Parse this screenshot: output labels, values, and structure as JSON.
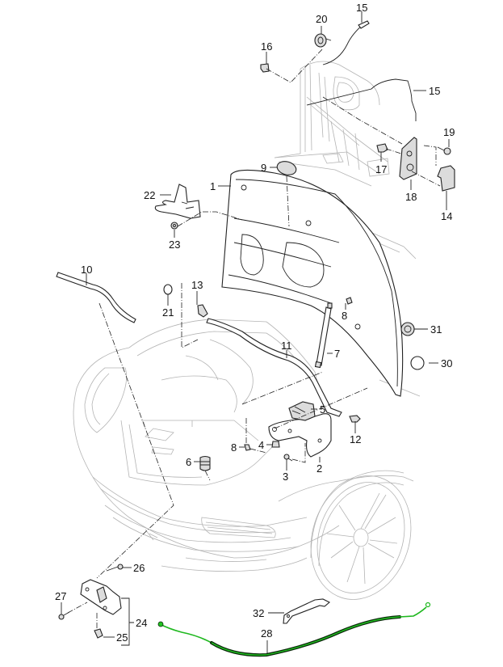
{
  "diagram": {
    "subject": "Front lid (hood) assembly with lock, hinges, release cable and seals",
    "colors": {
      "background": "#ffffff",
      "line_art": "#b4b4b4",
      "parts": "#222222",
      "highlight_cable": "#22c322"
    },
    "callouts": [
      {
        "id": "c1",
        "label": "1",
        "part": "front-lid"
      },
      {
        "id": "c2",
        "label": "2",
        "part": "hinge"
      },
      {
        "id": "c3",
        "label": "3",
        "part": "hinge-bolt"
      },
      {
        "id": "c4",
        "label": "4",
        "part": "hinge-nut"
      },
      {
        "id": "c5",
        "label": "5",
        "part": "hinge-bracket"
      },
      {
        "id": "c6",
        "label": "6",
        "part": "rubber-buffer"
      },
      {
        "id": "c7",
        "label": "7",
        "part": "gas-strut"
      },
      {
        "id": "c8a",
        "label": "8",
        "part": "ball-stud-upper"
      },
      {
        "id": "c8b",
        "label": "8",
        "part": "ball-stud-lower"
      },
      {
        "id": "c9",
        "label": "9",
        "part": "plug-oval"
      },
      {
        "id": "c10",
        "label": "10",
        "part": "seal-front"
      },
      {
        "id": "c11",
        "label": "11",
        "part": "seal-side"
      },
      {
        "id": "c12",
        "label": "12",
        "part": "clip"
      },
      {
        "id": "c13",
        "label": "13",
        "part": "seal-end-piece"
      },
      {
        "id": "c14",
        "label": "14",
        "part": "cover-cap"
      },
      {
        "id": "c15a",
        "label": "15",
        "part": "release-cable-upper"
      },
      {
        "id": "c15b",
        "label": "15",
        "part": "release-cable"
      },
      {
        "id": "c16",
        "label": "16",
        "part": "cable-clip"
      },
      {
        "id": "c17",
        "label": "17",
        "part": "expanding-rivet"
      },
      {
        "id": "c18",
        "label": "18",
        "part": "release-lever"
      },
      {
        "id": "c19",
        "label": "19",
        "part": "lever-screw"
      },
      {
        "id": "c20",
        "label": "20",
        "part": "grommet"
      },
      {
        "id": "c21",
        "label": "21",
        "part": "plug-round"
      },
      {
        "id": "c22",
        "label": "22",
        "part": "striker"
      },
      {
        "id": "c23",
        "label": "23",
        "part": "striker-nut"
      },
      {
        "id": "c24",
        "label": "24",
        "part": "lock-assembly"
      },
      {
        "id": "c25",
        "label": "25",
        "part": "lock-switch"
      },
      {
        "id": "c26",
        "label": "26",
        "part": "lock-bolt"
      },
      {
        "id": "c27",
        "label": "27",
        "part": "lock-screw"
      },
      {
        "id": "c28",
        "label": "28",
        "part": "bowden-cable"
      },
      {
        "id": "c30",
        "label": "30",
        "part": "plug-large"
      },
      {
        "id": "c31",
        "label": "31",
        "part": "grommet-large"
      },
      {
        "id": "c32",
        "label": "32",
        "part": "cable-bracket"
      }
    ]
  }
}
